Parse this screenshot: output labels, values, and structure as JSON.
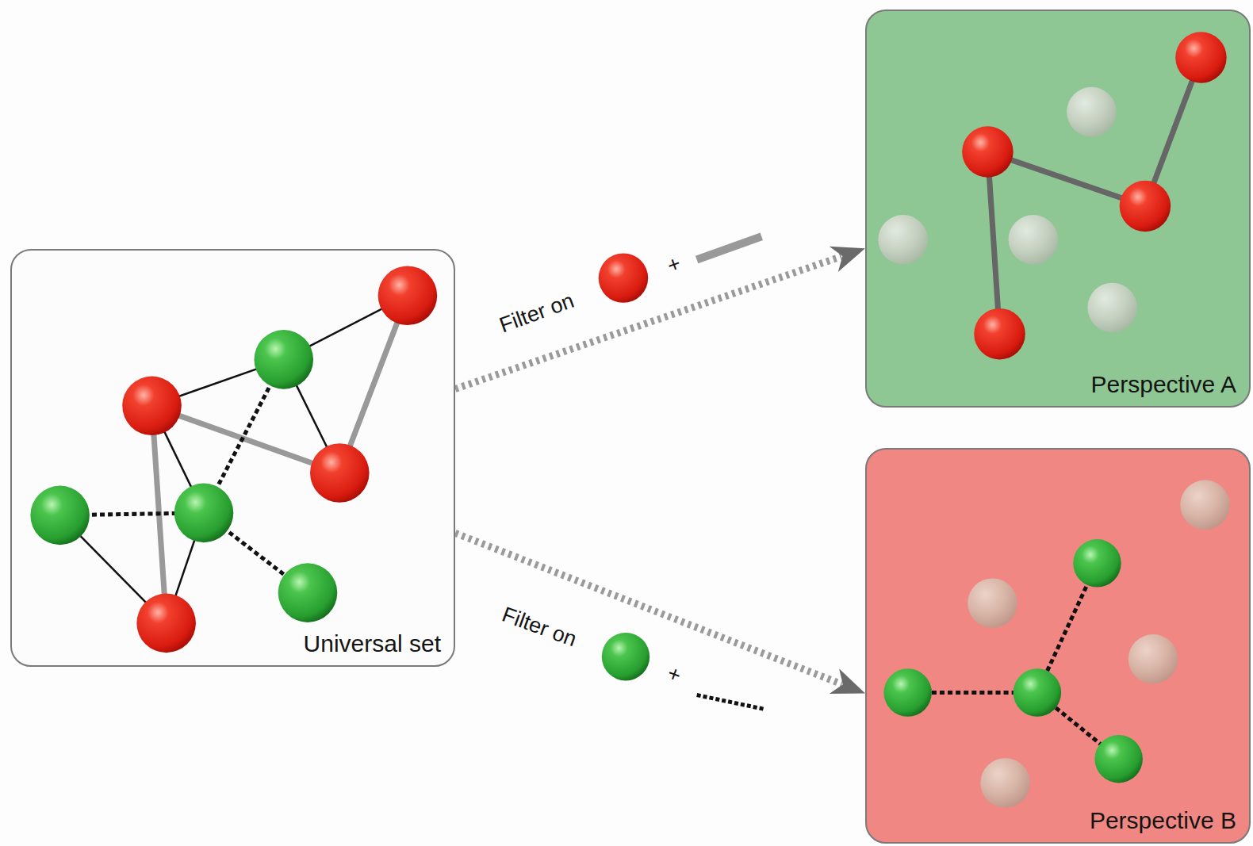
{
  "diagram": {
    "nodes": [
      {
        "text": [
          "Universal set"
        ]
      },
      {
        "text": [
          "Perspective A"
        ]
      },
      {
        "text": [
          "Perspective B"
        ]
      }
    ],
    "edges": [
      {
        "from": 0,
        "to": 1,
        "arrow": "to",
        "label": "Filter on"
      },
      {
        "from": 0,
        "to": 2,
        "arrow": "to",
        "label": "Filter on"
      }
    ],
    "labels": [
      "+",
      "+"
    ]
  }
}
